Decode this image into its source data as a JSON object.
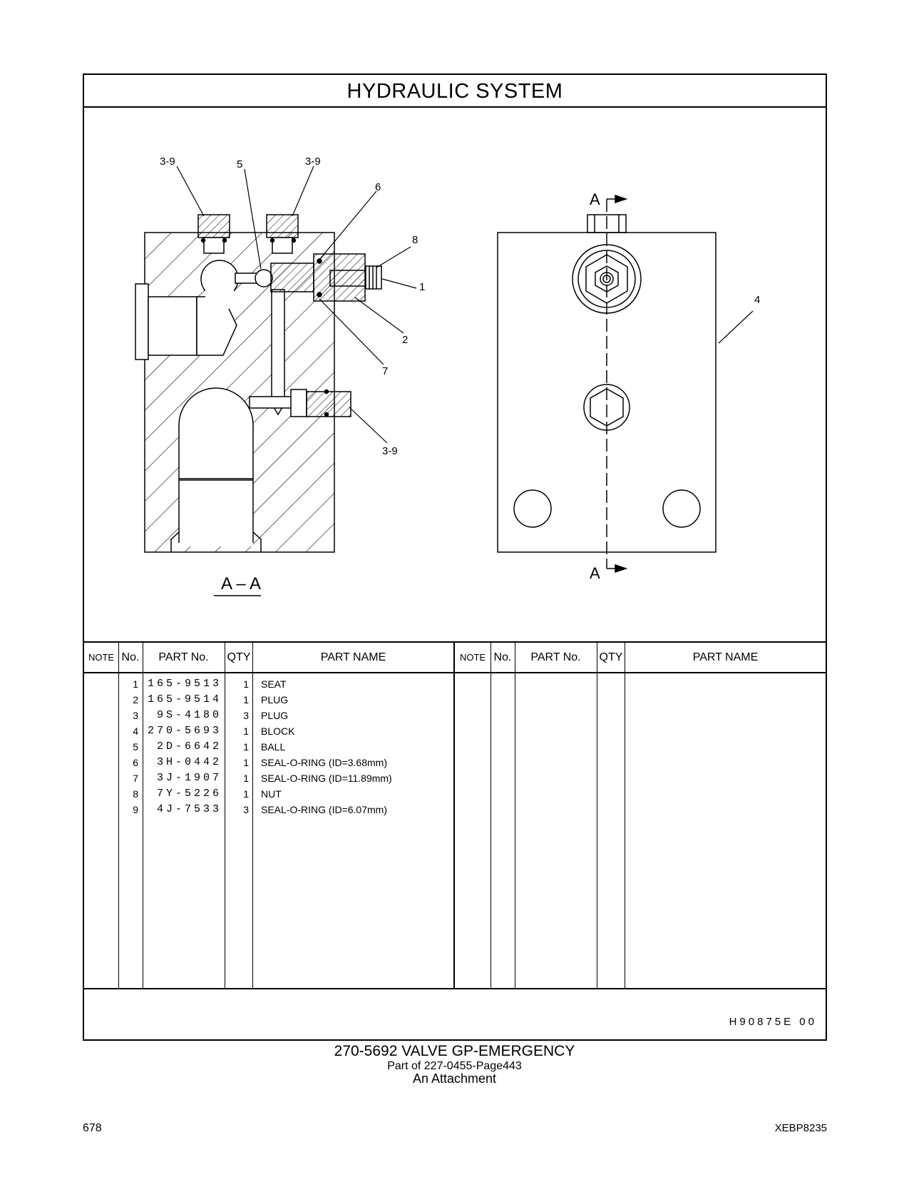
{
  "header": {
    "title": "HYDRAULIC   SYSTEM"
  },
  "drawing": {
    "section_label": "A – A",
    "section_marker": "A",
    "callouts": [
      "3-9",
      "5",
      "3-9",
      "6",
      "8",
      "1",
      "2",
      "7",
      "3-9",
      "4"
    ]
  },
  "table": {
    "columns": [
      "NOTE",
      "No.",
      "PART No.",
      "QTY",
      "PART NAME"
    ],
    "rows": [
      {
        "no": "1",
        "part_no": "165-9513",
        "qty": "1",
        "name": "SEAT"
      },
      {
        "no": "2",
        "part_no": "165-9514",
        "qty": "1",
        "name": "PLUG"
      },
      {
        "no": "3",
        "part_no": "9S-4180",
        "qty": "3",
        "name": "PLUG"
      },
      {
        "no": "4",
        "part_no": "270-5693",
        "qty": "1",
        "name": "BLOCK"
      },
      {
        "no": "5",
        "part_no": "2D-6642",
        "qty": "1",
        "name": "BALL"
      },
      {
        "no": "6",
        "part_no": "3H-0442",
        "qty": "1",
        "name": "SEAL-O-RING (ID=3.68mm)"
      },
      {
        "no": "7",
        "part_no": "3J-1907",
        "qty": "1",
        "name": "SEAL-O-RING (ID=11.89mm)"
      },
      {
        "no": "8",
        "part_no": "7Y-5226",
        "qty": "1",
        "name": "NUT"
      },
      {
        "no": "9",
        "part_no": "4J-7533",
        "qty": "3",
        "name": "SEAL-O-RING (ID=6.07mm)"
      }
    ]
  },
  "illustration_code": "H90875E   00",
  "caption": {
    "line1": "270-5692  VALVE  GP-EMERGENCY",
    "line2": "Part of 227-0455-Page443",
    "line3": "An Attachment"
  },
  "footer": {
    "page_number": "678",
    "doc_code": "XEBP8235"
  }
}
